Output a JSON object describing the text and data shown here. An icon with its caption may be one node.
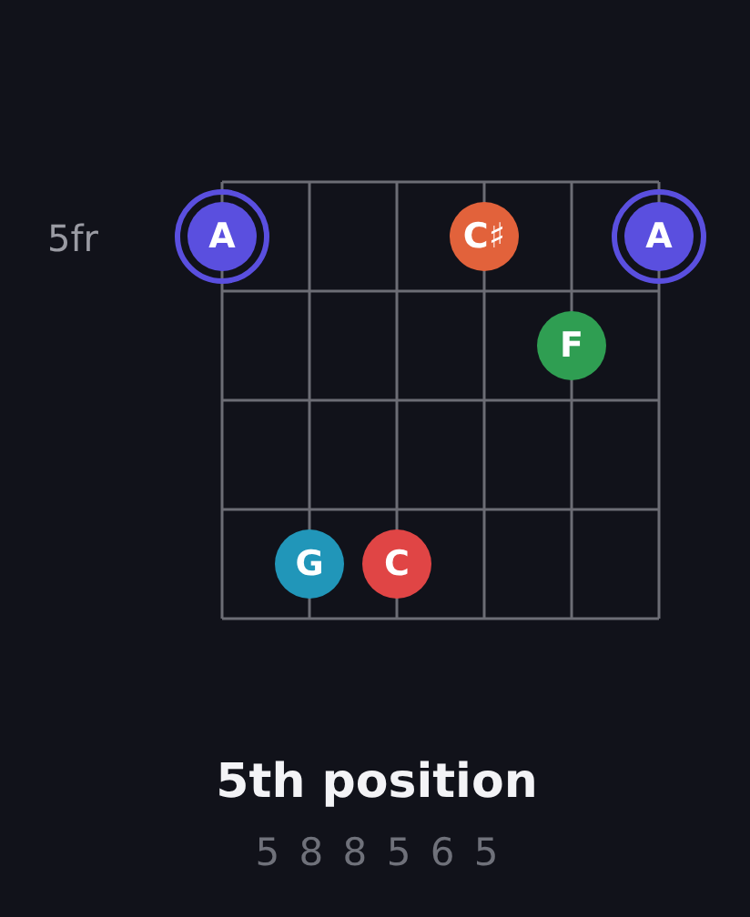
{
  "diagram": {
    "title": "5th position",
    "nodes": [
      {
        "text": [
          "A"
        ]
      },
      {
        "text": [
          "C♯"
        ]
      },
      {
        "text": [
          "A"
        ]
      },
      {
        "text": [
          "F"
        ]
      },
      {
        "text": [
          "G"
        ]
      },
      {
        "text": [
          "C"
        ]
      }
    ],
    "labels": [
      "5fr",
      "5 8 8 5 6 5"
    ]
  }
}
